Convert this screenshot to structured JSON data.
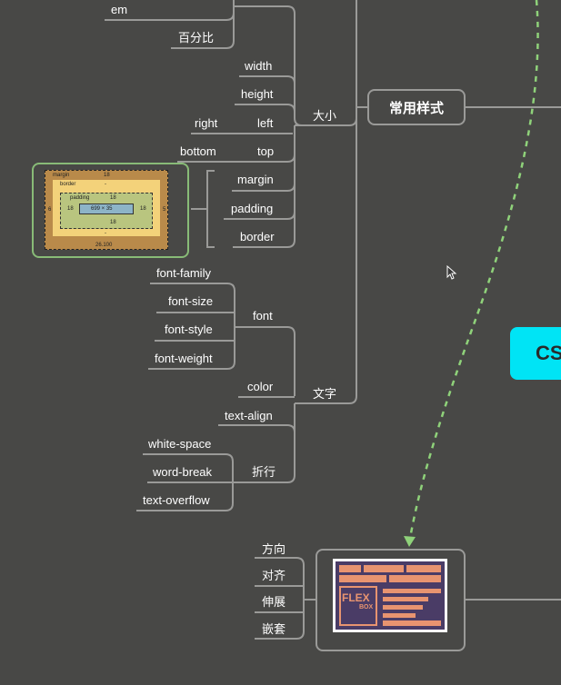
{
  "main_node": {
    "label": "常用样式"
  },
  "css_node": {
    "label": "CS"
  },
  "groups": {
    "size": {
      "label": "大小"
    },
    "text": {
      "label": "文字"
    },
    "font": {
      "label": "font"
    },
    "wrap": {
      "label": "折行"
    }
  },
  "unit_items": {
    "em": "em",
    "percent": "百分比"
  },
  "size_items": {
    "width": "width",
    "height": "height",
    "right": "right",
    "left": "left",
    "bottom": "bottom",
    "top": "top",
    "margin": "margin",
    "padding": "padding",
    "border": "border"
  },
  "font_items": [
    "font-family",
    "font-size",
    "font-style",
    "font-weight"
  ],
  "text_items": {
    "color": "color",
    "text_align": "text-align"
  },
  "wrap_items": [
    "white-space",
    "word-break",
    "text-overflow"
  ],
  "flex_items": [
    "方向",
    "对齐",
    "伸展",
    "嵌套"
  ],
  "box_model": {
    "margin_label": "margin",
    "border_label": "border",
    "padding_label": "padding",
    "content": "699 × 35",
    "margin_top": "18",
    "border_top": "-",
    "padding_top": "18",
    "padding_bottom": "18",
    "border_bottom": "-",
    "margin_bottom": "26.100",
    "left_outer": "6",
    "left_inner": "18",
    "right_inner": "18",
    "right_outer": "5"
  },
  "flexbox_image": {
    "flex_text": "FLEX",
    "box_text": "BOX"
  },
  "colors": {
    "background": "#484846",
    "line": "#9a9a98",
    "dashed_arrow": "#8fd27a",
    "css_node": "#00e4f5",
    "box_model_frame": "#88bb77"
  },
  "icons": {
    "cursor": "mouse-pointer-icon",
    "arrow": "dashed-arrow-icon"
  }
}
